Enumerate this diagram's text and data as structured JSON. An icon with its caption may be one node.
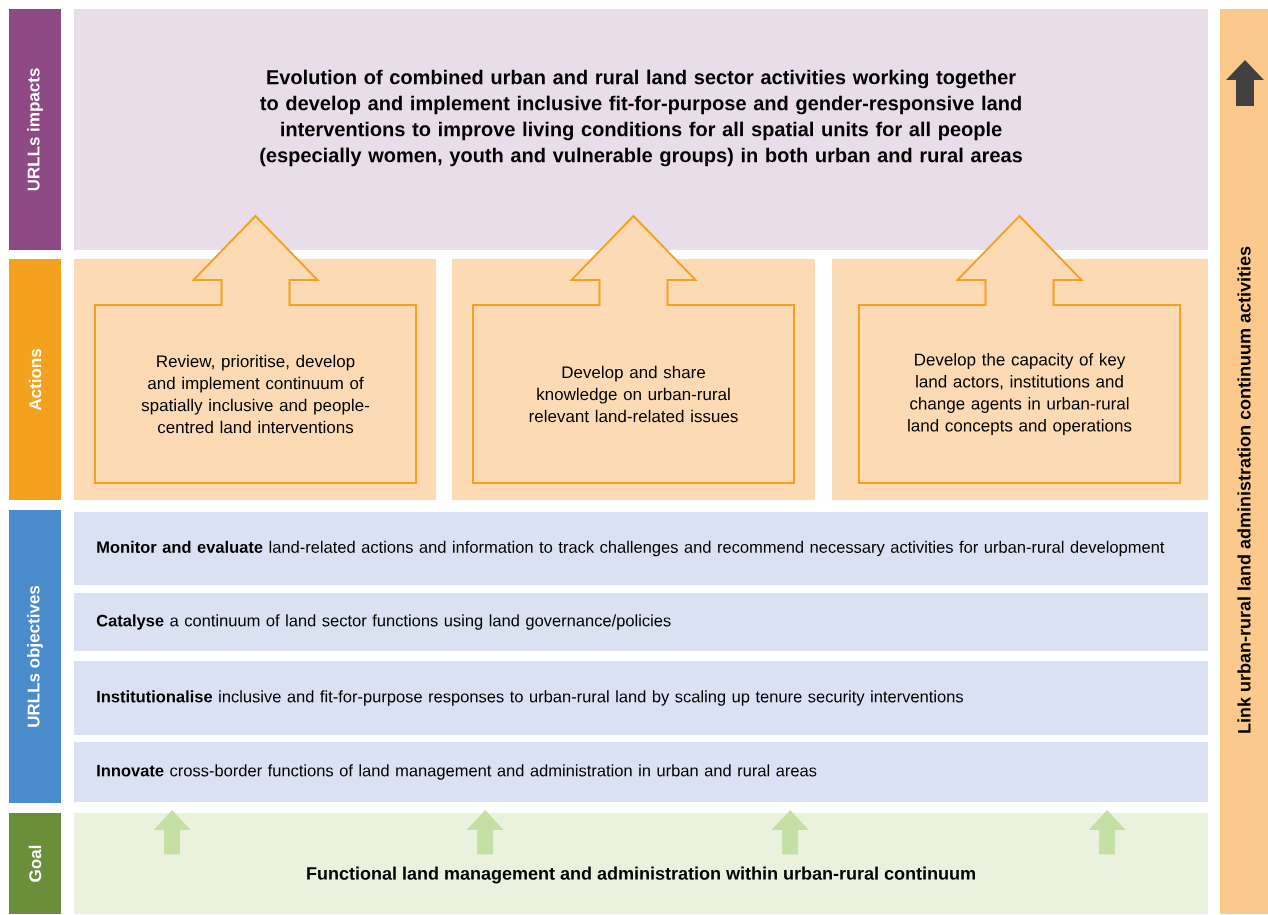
{
  "diagram": {
    "nodes": [
      {
        "text": [
          "URLLs impacts"
        ]
      },
      {
        "text": [
          "Evolution of combined urban and rural land sector activities working together to develop and implement inclusive fit-for-purpose and gender-responsive land interventions to improve living conditions for all spatial units for all people (especially women, youth and vulnerable groups) in both urban and rural areas"
        ]
      },
      {
        "text": [
          "Actions"
        ]
      },
      {
        "text": [
          "Review, prioritise, develop and implement continuum of spatially inclusive and people-centred land interventions"
        ]
      },
      {
        "text": [
          "Develop and share knowledge on urban-rural relevant land-related issues"
        ]
      },
      {
        "text": [
          "Develop the capacity of key land actors, institutions and change agents in urban-rural land concepts and operations"
        ]
      },
      {
        "text": [
          "URLLs objectives"
        ]
      },
      {
        "text": [
          "**Monitor and evaluate** land-related actions and information to track challenges and recommend necessary activities for urban-rural development"
        ]
      },
      {
        "text": [
          "**Catalyse** a continuum of land sector functions using land governance/policies"
        ]
      },
      {
        "text": [
          "**Institutionalise** inclusive and fit-for-purpose responses to urban-rural land by scaling up tenure security interventions"
        ]
      },
      {
        "text": [
          "**Innovate** cross-border functions of land management and administration in urban and rural areas"
        ]
      },
      {
        "text": [
          "Goal"
        ]
      },
      {
        "text": [
          "Functional land management and administration within urban-rural continuum"
        ]
      },
      {
        "text": [
          "Link urban-rural land administration continuum activities"
        ]
      }
    ],
    "edges": [
      {
        "from": 12,
        "to": 10,
        "arrow": "to"
      },
      {
        "from": 12,
        "to": 10,
        "arrow": "to"
      },
      {
        "from": 12,
        "to": 10,
        "arrow": "to"
      },
      {
        "from": 12,
        "to": 10,
        "arrow": "to"
      }
    ]
  }
}
